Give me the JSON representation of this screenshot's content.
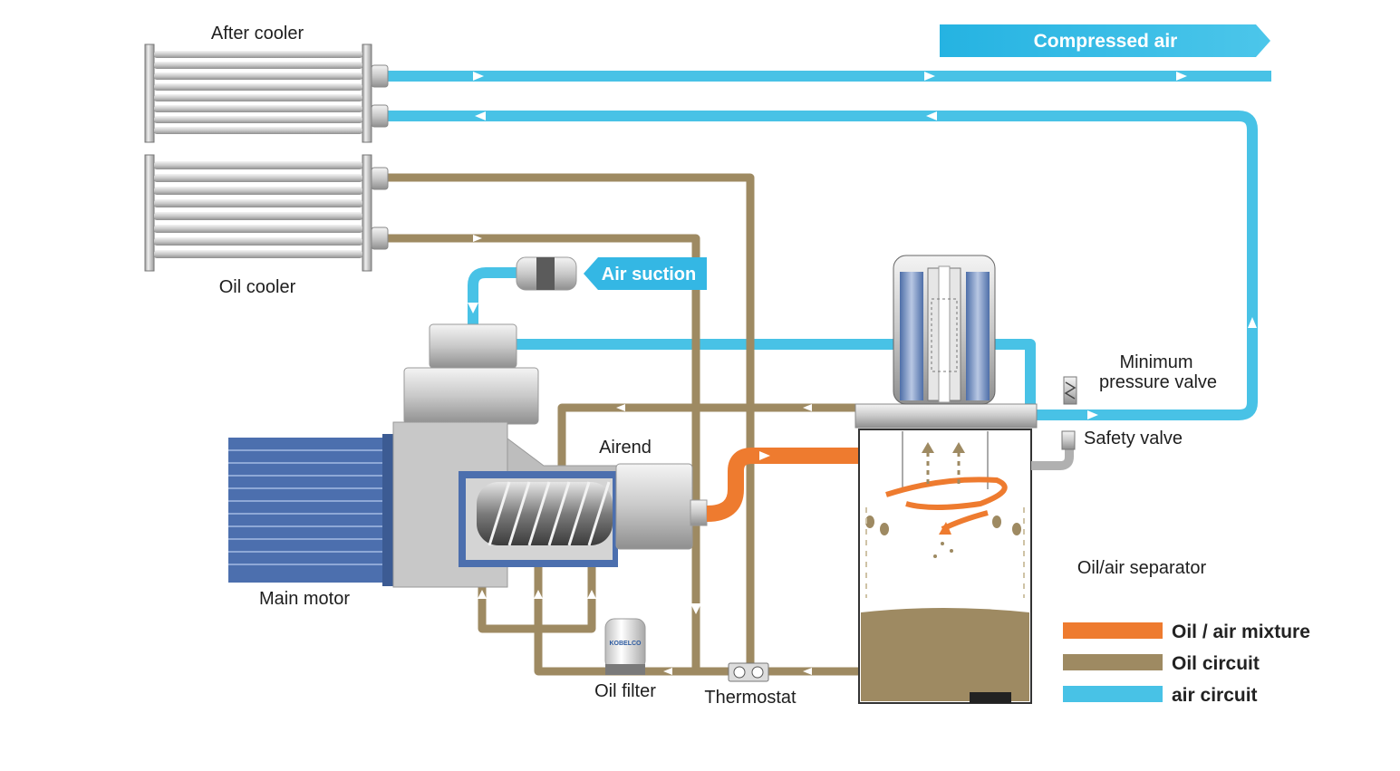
{
  "colors": {
    "oil_air_mixture": "#ee7b2f",
    "oil_circuit": "#9e8a62",
    "air_circuit": "#48c2e6",
    "motor_blue": "#4c6fae",
    "arrow_fill": "#ffffff"
  },
  "labels": {
    "compressed_air": "Compressed air",
    "after_cooler": "After cooler",
    "oil_cooler": "Oil cooler",
    "air_suction": "Air suction",
    "airend": "Airend",
    "main_motor": "Main motor",
    "oil_filter": "Oil filter",
    "thermostat": "Thermostat",
    "oil_air_separator": "Oil/air separator",
    "minimum_pressure_valve_line1": "Minimum",
    "minimum_pressure_valve_line2": "pressure valve",
    "safety_valve": "Safety valve",
    "filter_brand": "KOBELCO"
  },
  "legend": [
    {
      "label": "Oil / air mixture",
      "color": "#ee7b2f"
    },
    {
      "label": "Oil circuit",
      "color": "#9e8a62"
    },
    {
      "label": "air circuit",
      "color": "#48c2e6"
    }
  ],
  "icons": {
    "flow_arrow": "triangle",
    "banner": "arrow-banner"
  }
}
